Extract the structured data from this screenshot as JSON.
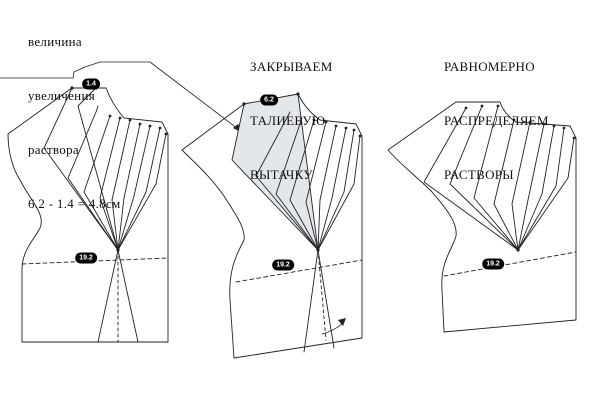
{
  "captions": {
    "left_lines": [
      "величина",
      "увеличения",
      "раствора",
      "6.2 - 1.4 = 4.8см"
    ],
    "middle_lines": [
      "ЗАКРЫВАЕМ",
      "ТАЛИЕВУЮ",
      "ВЫТАЧКУ"
    ],
    "right_lines": [
      "РАВНОМЕРНО",
      "РАСПРЕДЕЛЯЕМ",
      "РАСТВОРЫ"
    ]
  },
  "badges": {
    "left_dart": "1.4",
    "middle_dart": "6.2",
    "left_depth": "19.2",
    "middle_depth": "19.2",
    "right_depth": "19.2"
  },
  "colors": {
    "line": "#222222",
    "closed_dart_fill": "#e3e6ea",
    "badge_bg": "#000000"
  }
}
